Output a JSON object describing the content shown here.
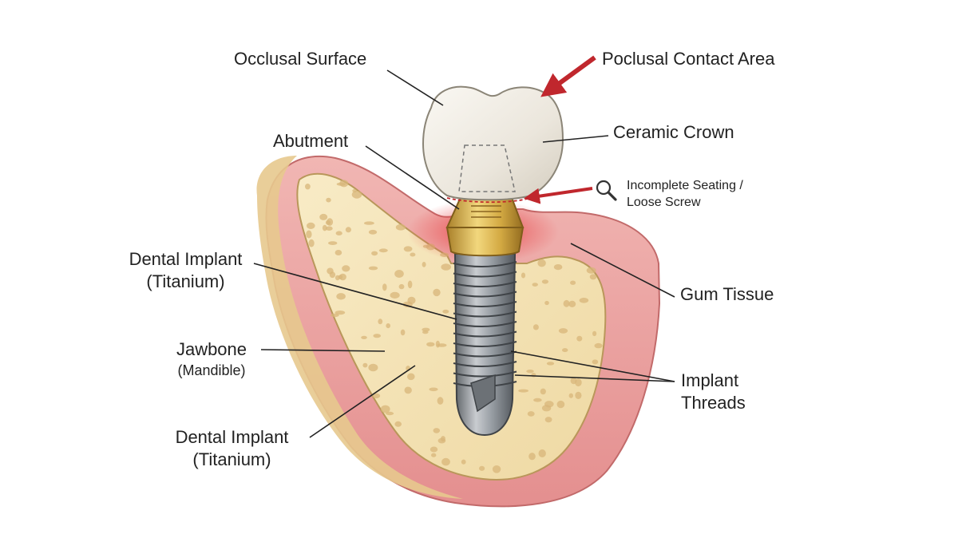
{
  "labels": {
    "occlusal_surface": "Occlusal Surface",
    "poclusal_contact_area": "Poclusal Contact Area",
    "ceramic_crown": "Ceramic Crown",
    "abutment": "Abutment",
    "incomplete_seating_line1": "Incomplete Seating /",
    "incomplete_seating_line2": "Loose Screw",
    "dental_implant_upper_line1": "Dental Implant",
    "dental_implant_upper_line2": "(Titanium)",
    "gum_tissue": "Gum Tissue",
    "jawbone_line1": "Jawbone",
    "jawbone_line2": "(Mandible)",
    "implant_threads_line1": "Implant",
    "implant_threads_line2": "Threads",
    "dental_implant_lower_line1": "Dental Implant",
    "dental_implant_lower_line2": "(Titanium)"
  },
  "colors": {
    "gum": "#e9a2a2",
    "gum_outline": "#c26a6a",
    "bone": "#f3e3b5",
    "bone_pores": "#d8b57a",
    "implant": "#8a8f95",
    "abutment": "#d9b24a",
    "crown": "#efebe3",
    "arrow": "#c0272d",
    "leader": "#222222"
  },
  "icons": {
    "magnifier": "magnifier-icon"
  }
}
